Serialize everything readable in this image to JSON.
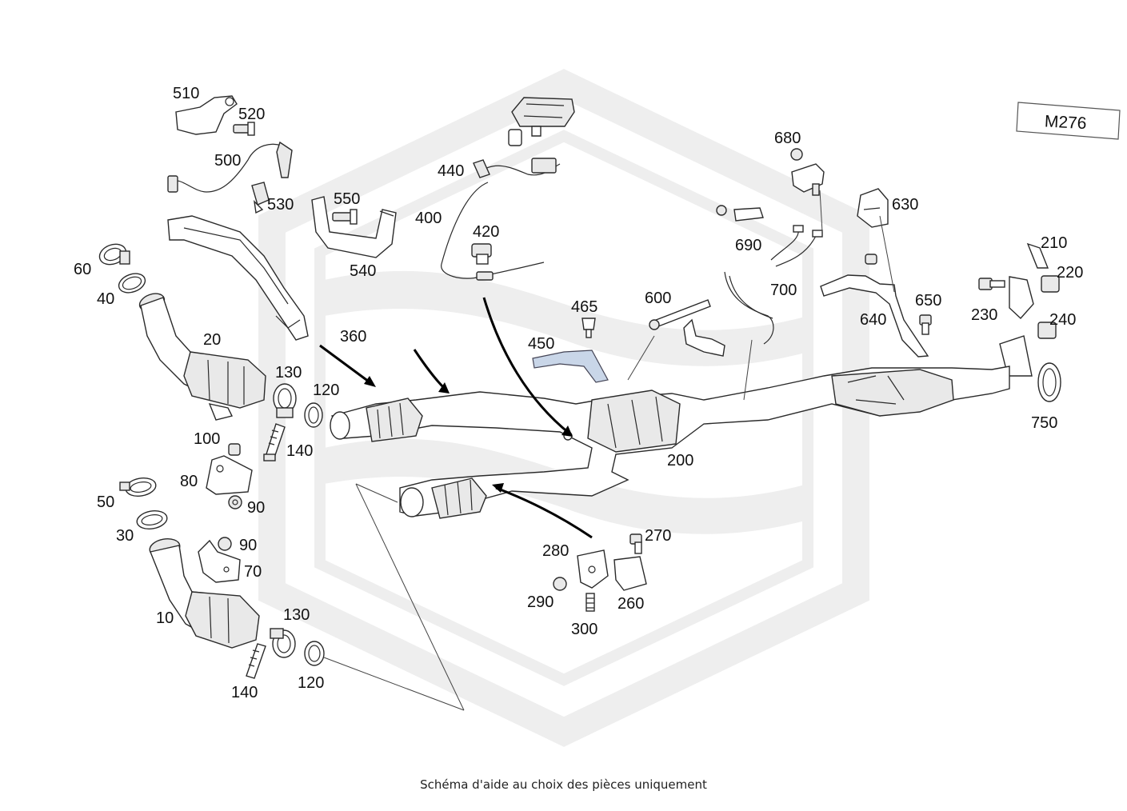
{
  "model_label": "M276",
  "caption": "Schéma d'aide au choix des pièces uniquement",
  "callouts": {
    "c510": "510",
    "c520": "520",
    "c500": "500",
    "c530": "530",
    "c60": "60",
    "c40": "40",
    "c20": "20",
    "c550": "550",
    "c540": "540",
    "c360": "360",
    "c130a": "130",
    "c120a": "120",
    "c140a": "140",
    "c100": "100",
    "c80": "80",
    "c90a": "90",
    "c50": "50",
    "c30": "30",
    "c90b": "90",
    "c70": "70",
    "c10": "10",
    "c130b": "130",
    "c120b": "120",
    "c140b": "140",
    "c440": "440",
    "c400": "400",
    "c420": "420",
    "c465": "465",
    "c450": "450",
    "c600": "600",
    "c680": "680",
    "c630": "630",
    "c690": "690",
    "c700": "700",
    "c640": "640",
    "c650": "650",
    "c210": "210",
    "c220": "220",
    "c230": "230",
    "c240": "240",
    "c750": "750",
    "c200": "200",
    "c280": "280",
    "c270": "270",
    "c290": "290",
    "c260": "260",
    "c300": "300"
  },
  "colors": {
    "watermark": "#eeeeee",
    "bracket_highlight": "#c9d6e8",
    "line": "#2a2a2a"
  }
}
